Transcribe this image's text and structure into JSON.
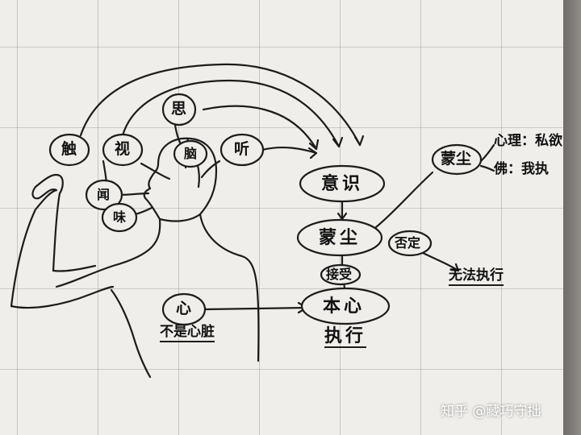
{
  "diagram": {
    "senses": {
      "touch": "触",
      "sight": "视",
      "smell": "闻",
      "taste": "味",
      "thought": "思",
      "brain": "脑",
      "hearing": "听"
    },
    "heart": "心",
    "heart_note": "不是心脏",
    "consciousness": "意识",
    "dust_center": "蒙尘",
    "dust_right": "蒙尘",
    "accept": "接受",
    "deny": "否定",
    "original_mind": "本心",
    "execute": "执行",
    "cannot_execute": "无法执行",
    "psychology_note": "心理：私欲",
    "buddhism_note": "佛：我执"
  },
  "watermark": {
    "site": "知乎",
    "author": "@藏巧守拙"
  }
}
